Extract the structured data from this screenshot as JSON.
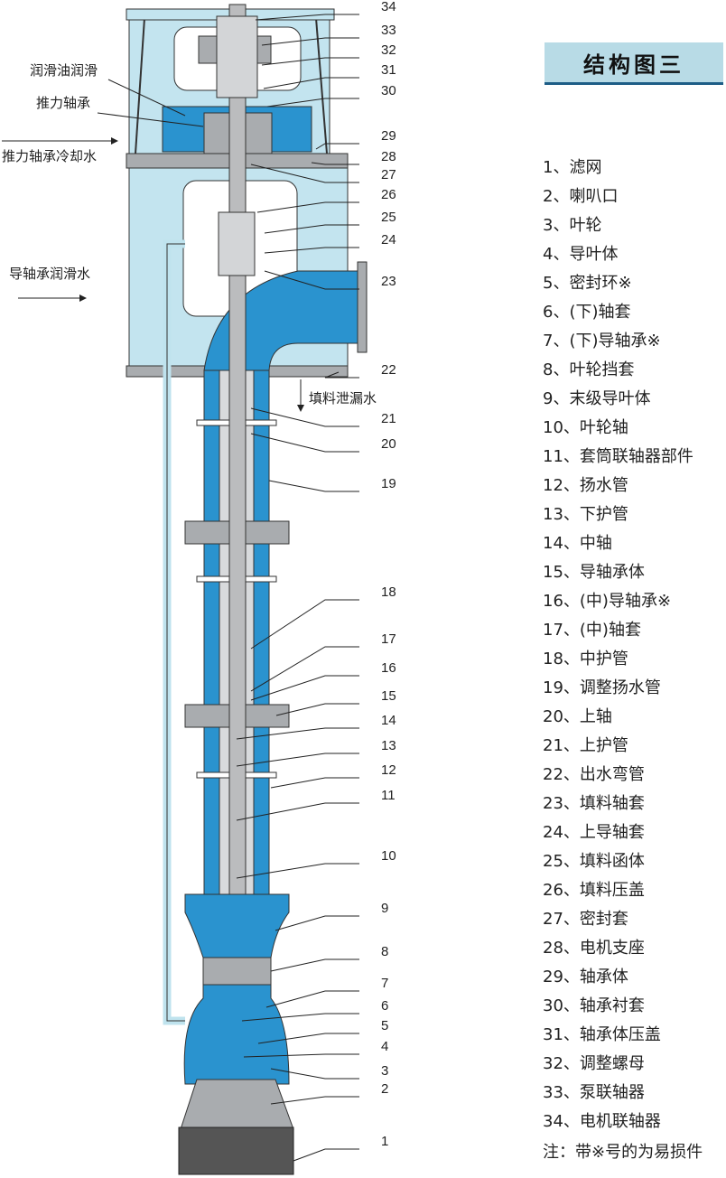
{
  "title": "结构图三",
  "annotations": {
    "lubrication": "润滑油润滑",
    "thrust_bearing": "推力轴承",
    "thrust_cooling": "推力轴承冷却水",
    "guide_lubrication": "导轴承润滑水",
    "packing_leak": "填料泄漏水"
  },
  "callouts": [
    "34",
    "33",
    "32",
    "31",
    "30",
    "29",
    "28",
    "27",
    "26",
    "25",
    "24",
    "23",
    "22",
    "21",
    "20",
    "19",
    "18",
    "17",
    "16",
    "15",
    "14",
    "13",
    "12",
    "11",
    "10",
    "9",
    "8",
    "7",
    "6",
    "5",
    "4",
    "3",
    "2",
    "1"
  ],
  "parts": [
    "1、滤网",
    "2、喇叭口",
    "3、叶轮",
    "4、导叶体",
    "5、密封环※",
    "6、(下)轴套",
    "7、(下)导轴承※",
    "8、叶轮挡套",
    "9、末级导叶体",
    "10、叶轮轴",
    "11、套筒联轴器部件",
    "12、扬水管",
    "13、下护管",
    "14、中轴",
    "15、导轴承体",
    "16、(中)导轴承※",
    "17、(中)轴套",
    "18、中护管",
    "19、调整扬水管",
    "20、上轴",
    "21、上护管",
    "22、出水弯管",
    "23、填料轴套",
    "24、上导轴套",
    "25、填料函体",
    "26、填料压盖",
    "27、密封套",
    "28、电机支座",
    "29、轴承体",
    "30、轴承衬套",
    "31、轴承体压盖",
    "32、调整螺母",
    "33、泵联轴器",
    "34、电机联轴器"
  ],
  "note": "注：带※号的为易损件",
  "colors": {
    "water": "#2a93cf",
    "body": "#bfe3ee",
    "metal": "#a9acaf",
    "outline": "#222222"
  }
}
